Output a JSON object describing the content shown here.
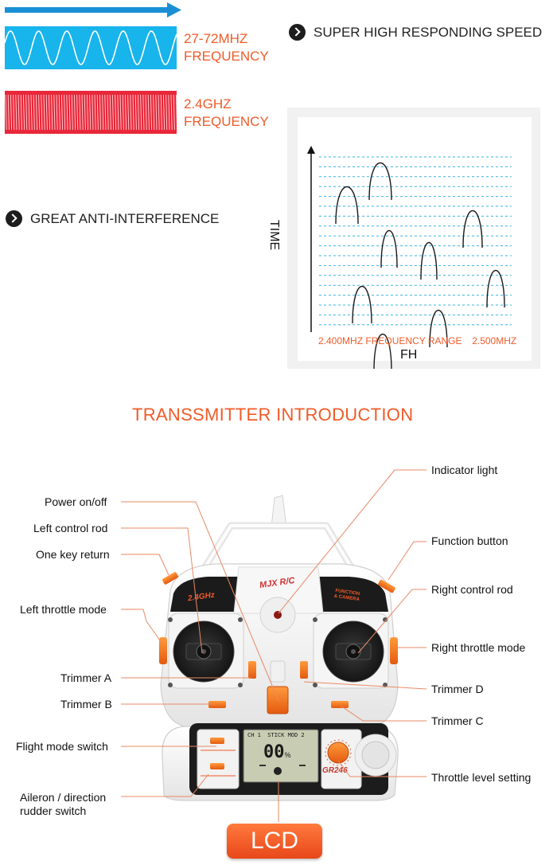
{
  "frequency": {
    "low_band": "27-72MHZ",
    "low_band_suffix": "FREQUENCY",
    "high_band": "2.4GHZ",
    "high_band_suffix": "FREQUENCY",
    "low_color": "#18b4ec",
    "high_color": "#e8283a",
    "arrow_color": "#1a8fd6"
  },
  "features": {
    "speed": "SUPER HIGH RESPONDING SPEED",
    "anti_interference": "GREAT ANTI-INTERFERENCE"
  },
  "hopping_chart": {
    "y_label": "TIME",
    "x_label": "FH",
    "range_start": "2.400MHZ",
    "range_label": "FREQUENCY RANGE",
    "range_end": "2.500MHZ"
  },
  "transmitter": {
    "title": "TRANSSMITTER INTRODUCTION",
    "brand": "MJX R/C",
    "band_badge": "2.4GHz",
    "function_badge_line1": "FUNCTION",
    "function_badge_line2": "& CAMERA",
    "model": "GR246",
    "lcd_header": "CH 1  STICK MOD 2",
    "lcd_value": "00",
    "lcd_unit": "%",
    "lcd_button": "LCD",
    "labels": {
      "indicator_light": "Indicator light",
      "power": "Power on/off",
      "left_rod": "Left control rod",
      "one_key_return": "One key return",
      "function_button": "Function button",
      "right_rod": "Right control rod",
      "left_throttle": "Left throttle mode",
      "right_throttle": "Right throttle mode",
      "trimmer_a": "Trimmer A",
      "trimmer_b": "Trimmer B",
      "trimmer_c": "Trimmer C",
      "trimmer_d": "Trimmer D",
      "flight_mode": "Flight mode switch",
      "throttle_level": "Throttle level setting",
      "aileron_line1": "Aileron / direction",
      "aileron_line2": "rudder switch"
    }
  }
}
